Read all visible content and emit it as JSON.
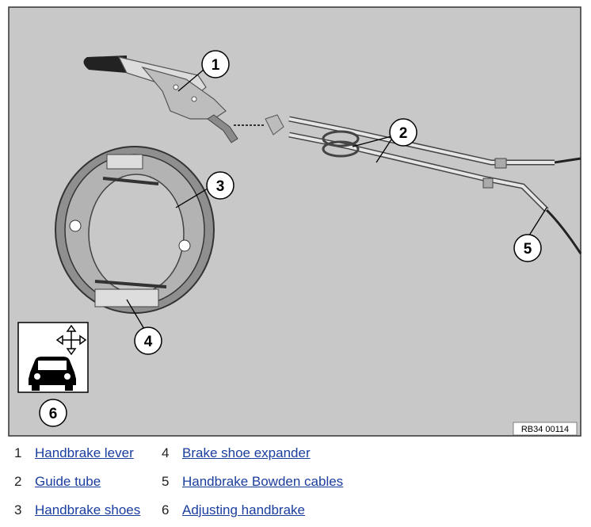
{
  "diagram": {
    "reference_code": "RB34 00114",
    "callouts": [
      "1",
      "2",
      "3",
      "4",
      "5",
      "6"
    ]
  },
  "legend": [
    {
      "num": "1",
      "label": "Handbrake lever"
    },
    {
      "num": "2",
      "label": "Guide tube"
    },
    {
      "num": "3",
      "label": "Handbrake shoes"
    },
    {
      "num": "4",
      "label": "Brake shoe expander"
    },
    {
      "num": "5",
      "label": "Handbrake Bowden cables"
    },
    {
      "num": "6",
      "label": "Adjusting handbrake"
    }
  ],
  "colors": {
    "panel": "#c8c8c8",
    "link": "#1a3d9e",
    "part": "#9a9a9a"
  }
}
